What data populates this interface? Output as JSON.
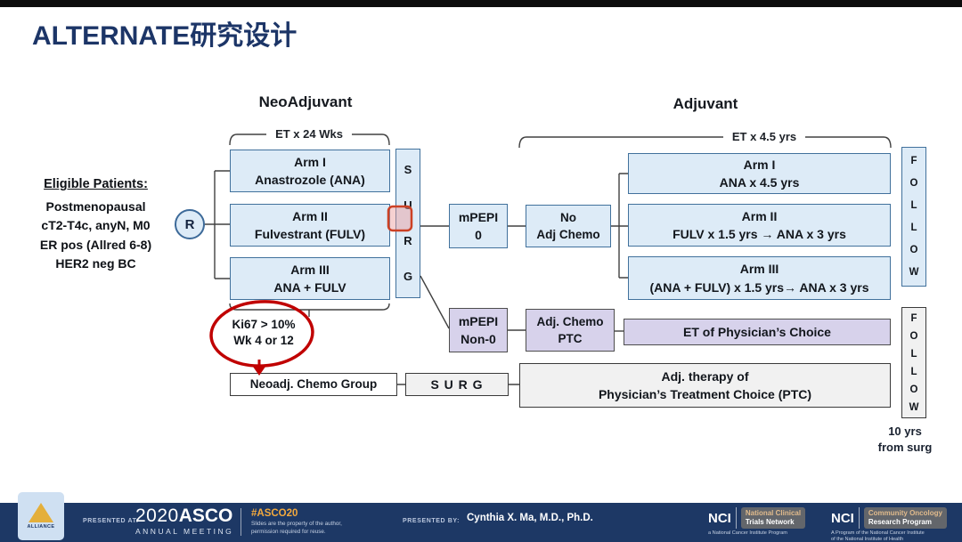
{
  "slide": {
    "title": "ALTERNATE研究设计"
  },
  "eligible": {
    "heading": "Eligible Patients:",
    "lines": [
      "Postmenopausal",
      "cT2-T4c, anyN, M0",
      "ER pos (Allred 6-8)",
      "HER2 neg BC"
    ]
  },
  "randomization": {
    "label": "R"
  },
  "neoadjuvant": {
    "heading": "NeoAdjuvant",
    "duration": "ET x 24 Wks",
    "arms": [
      {
        "title": "Arm I",
        "subtitle": "Anastrozole (ANA)"
      },
      {
        "title": "Arm II",
        "subtitle": "Fulvestrant (FULV)"
      },
      {
        "title": "Arm III",
        "subtitle": "ANA + FULV"
      }
    ],
    "surg_vertical": "S\nU\nR\nG",
    "ki67_note": "Ki67 > 10%\nWk 4 or 12",
    "neoadj_chemo_group": "Neoadj. Chemo Group",
    "surg_box": "S U R G"
  },
  "mpepi": {
    "zero": "mPEPI\n0",
    "non_zero": "mPEPI\nNon-0"
  },
  "adjuvant": {
    "heading": "Adjuvant",
    "duration": "ET x 4.5 yrs",
    "no_adj_chemo": "No\nAdj Chemo",
    "arms": [
      {
        "title": "Arm I",
        "subtitle": "ANA x 4.5 yrs"
      },
      {
        "title": "Arm II",
        "subtitle": "FULV x 1.5 yrs → ANA x 3 yrs"
      },
      {
        "title": "Arm III",
        "subtitle": "(ANA + FULV) x 1.5 yrs→ ANA x 3 yrs"
      }
    ],
    "adj_chemo_ptc": "Adj. Chemo\nPTC",
    "et_physicians_choice": "ET of Physician’s Choice",
    "adj_therapy_ptc": "Adj. therapy of\nPhysician’s Treatment Choice (PTC)",
    "follow_upper": "F\nO\nL\nL\nO\nW",
    "follow_lower": "F\nO\nL\nL\nO\nW",
    "follow_duration": "10 yrs\nfrom surg"
  },
  "footer": {
    "presented_at_label": "PRESENTED AT:",
    "meeting_year": "2020",
    "meeting_org": "ASCO",
    "meeting_name": "ANNUAL MEETING",
    "hashtag": "#ASCO20",
    "slides_note": "Slides are the property of the author, permission required for reuse.",
    "presented_by_label": "PRESENTED BY:",
    "presenter": "Cynthia X. Ma, M.D., Ph.D.",
    "alliance_label": "ALLIANCE",
    "nctn": {
      "abbr": "NCI",
      "name_line1": "National Clinical",
      "name_line2": "Trials Network",
      "caption": "a National Cancer Institute Program"
    },
    "ncorp": {
      "abbr": "NCI",
      "name_line1": "Community Oncology",
      "name_line2": "Research Program",
      "caption": "A Program of the National Cancer Institute\nof the National Institute of Health"
    }
  },
  "colors": {
    "title_navy": "#1C3567",
    "box_blue_fill": "#DDEBF7",
    "box_blue_border": "#41719C",
    "box_purple_fill": "#D7D2EB",
    "box_gray_fill": "#F1F1F1",
    "annotation_red": "#C00000",
    "footer_navy": "#1D3865",
    "hashtag_orange": "#F2A93E"
  }
}
